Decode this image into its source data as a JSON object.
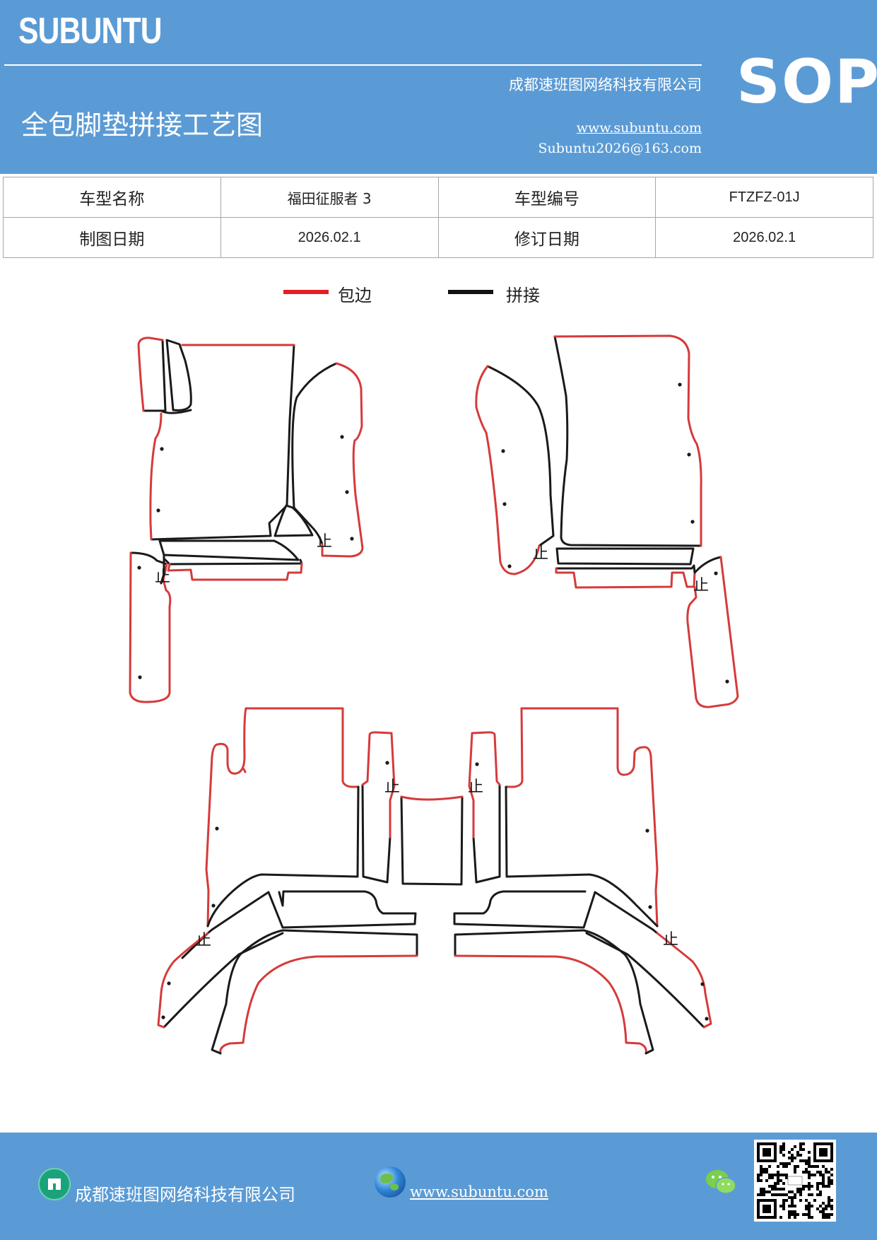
{
  "header": {
    "brand": "SUBUNTU",
    "company": "成都速班图网络科技有限公司",
    "title": "全包脚垫拼接工艺图",
    "website": "www.subuntu.com",
    "email": "Subuntu2026@163.com",
    "badge": "SOP"
  },
  "info_table": {
    "rows": [
      {
        "label1": "车型名称",
        "value1": "福田征服者 3",
        "label2": "车型编号",
        "value2": "FTZFZ-01J"
      },
      {
        "label1": "制图日期",
        "value1": "2026.02.1",
        "label2": "修订日期",
        "value2": "2026.02.1"
      }
    ]
  },
  "legend": {
    "items": [
      {
        "label": "包边",
        "color": "#e31e24"
      },
      {
        "label": "拼接",
        "color": "#111111"
      }
    ]
  },
  "drawing": {
    "stop_mark": "止",
    "edge_color": "#d63a3a",
    "seam_color": "#1a1a1a"
  },
  "footer": {
    "company": "成都速班图网络科技有限公司",
    "website": "www.subuntu.com ",
    "icons": [
      "building-icon",
      "globe-icon",
      "wechat-icon",
      "qr-code"
    ]
  },
  "colors": {
    "header_bg": "#5b9bd5",
    "footer_bg": "#5b9bd5"
  }
}
